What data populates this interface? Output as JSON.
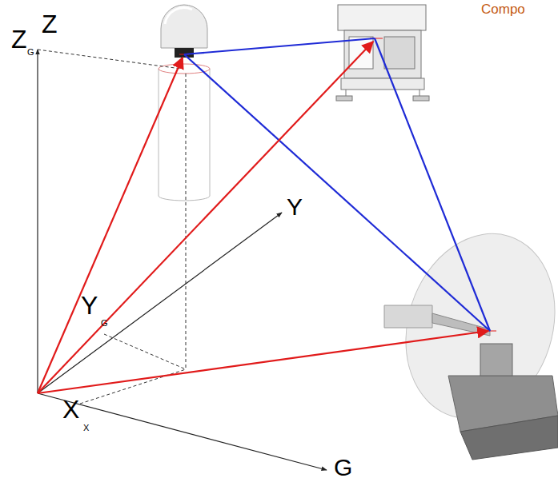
{
  "diagram": {
    "labels": [
      "Compo",
      "Z",
      "Z",
      "G",
      "Y",
      "Y",
      "G",
      "X",
      "X",
      "G"
    ]
  }
}
